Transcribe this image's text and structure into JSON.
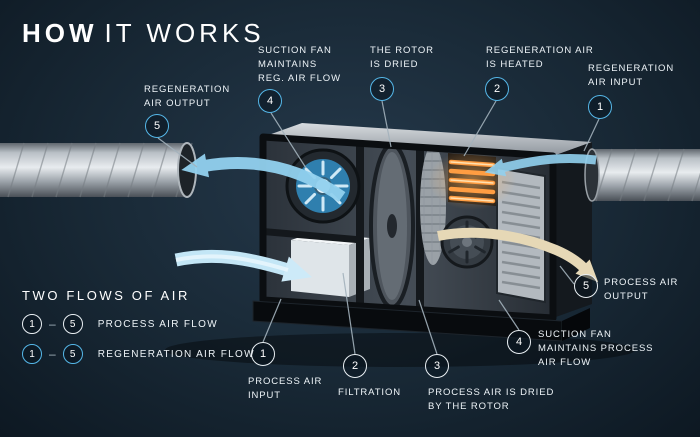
{
  "title": {
    "bold": "HOW",
    "light": "IT WORKS"
  },
  "legend": {
    "title": "TWO FLOWS OF AIR",
    "dash": "–",
    "rows": [
      {
        "from": "1",
        "to": "5",
        "label": "PROCESS AIR FLOW"
      },
      {
        "from": "1",
        "to": "5",
        "label": "REGENERATION AIR FLOW"
      }
    ]
  },
  "callouts": {
    "regen_output": {
      "num": "5",
      "label": "REGENERATION\nAIR OUTPUT"
    },
    "suction_fan_regen": {
      "num": "4",
      "label": "SUCTION FAN\nMAINTAINS\nREG. AIR FLOW"
    },
    "rotor_dried": {
      "num": "3",
      "label": "THE ROTOR\nIS DRIED"
    },
    "regen_heated": {
      "num": "2",
      "label": "REGENERATION AIR\nIS HEATED"
    },
    "regen_input": {
      "num": "1",
      "label": "REGENERATION\nAIR INPUT"
    },
    "process_input": {
      "num": "1",
      "label": "PROCESS AIR\nINPUT"
    },
    "filtration": {
      "num": "2",
      "label": "FILTRATION"
    },
    "process_dried": {
      "num": "3",
      "label": "PROCESS AIR IS DRIED\nBY THE ROTOR"
    },
    "suction_fan_process": {
      "num": "4",
      "label": "SUCTION FAN\nMAINTAINS PROCESS\nAIR FLOW"
    },
    "process_output": {
      "num": "5",
      "label": "PROCESS AIR\nOUTPUT"
    }
  },
  "colors": {
    "background": "#182835",
    "accent_blue": "#55b7e8",
    "text": "#ffffff",
    "heater_orange": "#ff9d42",
    "process_arrow": "#c3e6f6",
    "dried_air_arrow": "#e6d8b6"
  }
}
